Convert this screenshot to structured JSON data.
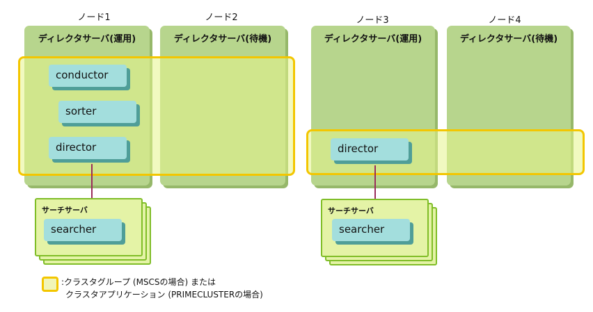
{
  "nodes": [
    "ノード1",
    "ノード2",
    "ノード3",
    "ノード4"
  ],
  "servers": [
    "ディレクタサーバ(運用)",
    "ディレクタサーバ(待機)",
    "ディレクタサーバ(運用)",
    "ディレクタサーバ(待機)"
  ],
  "processes": {
    "conductor": "conductor",
    "sorter": "sorter",
    "director_left": "director",
    "director_right": "director"
  },
  "search_servers": {
    "left": {
      "title": "サーチサーバ",
      "process": "searcher"
    },
    "right": {
      "title": "サーチサーバ",
      "process": "searcher"
    }
  },
  "legend": {
    "line1": ":クラスタグループ (MSCSの場合) または",
    "line2": "クラスタアプリケーション (PRIMECLUSTERの場合)"
  },
  "colors": {
    "server_green": "#b7d58d",
    "cluster_yellow": "#f3c600",
    "process_cyan": "#a3dedd",
    "connector": "#9a2b5a"
  }
}
